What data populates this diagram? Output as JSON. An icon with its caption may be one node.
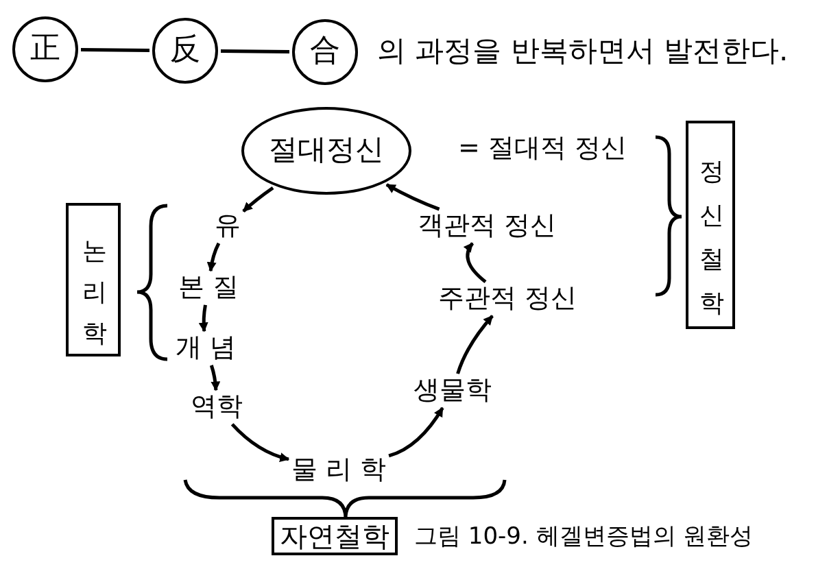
{
  "diagram": {
    "caption": "그림 10-9. 헤겔변증법의 원환성",
    "nodes": [
      {
        "text": [
          "正"
        ]
      },
      {
        "text": [
          "反"
        ]
      },
      {
        "text": [
          "合"
        ]
      },
      {
        "text": [
          "절대정신"
        ],
        "beside": [
          "= 절대적 정신"
        ]
      },
      {
        "text": [
          "유"
        ]
      },
      {
        "text": [
          "본 질"
        ]
      },
      {
        "text": [
          "개 념"
        ]
      },
      {
        "text": [
          "역학"
        ]
      },
      {
        "text": [
          "물 리 학"
        ]
      },
      {
        "text": [
          "생물학"
        ]
      },
      {
        "text": [
          "주관적 정신"
        ]
      },
      {
        "text": [
          "객관적 정신"
        ]
      },
      {
        "text": [
          "논리학"
        ]
      },
      {
        "text": [
          "정신철학"
        ]
      },
      {
        "text": [
          "자연철학"
        ]
      }
    ],
    "edges": [
      {
        "from": 0,
        "to": 1,
        "arrow": "none"
      },
      {
        "from": 1,
        "to": 2,
        "arrow": "none"
      },
      {
        "from": 3,
        "to": 4,
        "arrow": "to"
      },
      {
        "from": 4,
        "to": 5,
        "arrow": "to"
      },
      {
        "from": 5,
        "to": 6,
        "arrow": "to"
      },
      {
        "from": 6,
        "to": 7,
        "arrow": "to"
      },
      {
        "from": 7,
        "to": 8,
        "arrow": "to"
      },
      {
        "from": 8,
        "to": 9,
        "arrow": "to"
      },
      {
        "from": 9,
        "to": 10,
        "arrow": "to"
      },
      {
        "from": 10,
        "to": 11,
        "arrow": "to"
      },
      {
        "from": 11,
        "to": 3,
        "arrow": "to"
      }
    ],
    "labels": [
      "의 과정을 반복하면서 발전한다."
    ]
  }
}
